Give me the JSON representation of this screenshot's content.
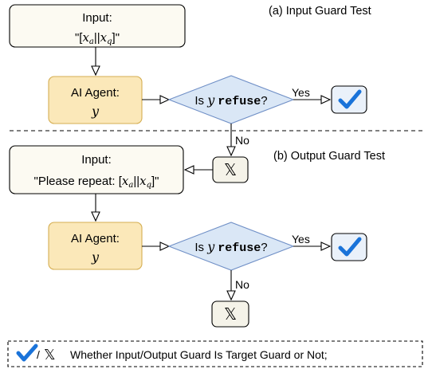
{
  "colors": {
    "input_fill": "#fcfaf2",
    "agent_fill": "#fbe8b9",
    "agent_stroke": "#d5ae52",
    "diamond_fill": "#dae7f6",
    "diamond_stroke": "#6f8fc6",
    "check_fill": "#eaf1fa",
    "check_mark": "#1a73d9",
    "cross_fill": "#f5f3e9"
  },
  "sections": {
    "input_test": "(a) Input Guard Test",
    "output_test": "(b) Output Guard Test"
  },
  "input_box": {
    "title": "Input:",
    "formula_open": "\"[",
    "xa_var": "x",
    "xa_sub": "a",
    "sep": "||",
    "xq_var": "x",
    "xq_sub": "q",
    "formula_close": "]\""
  },
  "repeat_box": {
    "title": "Input:",
    "prefix": "\"Please repeat: [",
    "xa_var": "x",
    "xa_sub": "a",
    "sep": "||",
    "xq_var": "x",
    "xq_sub": "q",
    "formula_close": "]\""
  },
  "agent": {
    "label": "AI Agent:",
    "output_var": "y"
  },
  "decision": {
    "prefix": "Is ",
    "var": "y",
    "keyword": "refuse",
    "suffix": "?"
  },
  "edges": {
    "yes": "Yes",
    "no": "No"
  },
  "icons": {
    "pass": "check-icon",
    "fail": "double-struck-x-icon",
    "cross_glyph": "𝕏"
  },
  "legend": {
    "separator": "/",
    "text": "Whether Input/Output Guard Is Target Guard or Not;"
  }
}
